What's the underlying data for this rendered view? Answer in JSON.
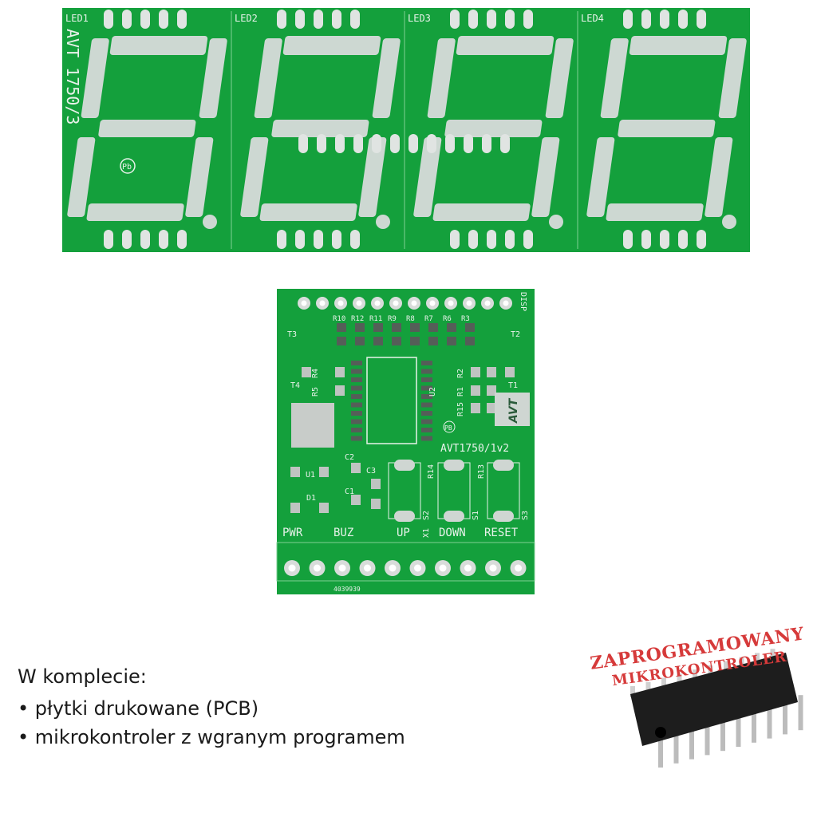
{
  "display_pcb": {
    "labels": [
      "LED1",
      "LED2",
      "LED3",
      "LED4"
    ],
    "code": "AVT 1750/3",
    "pb_mark": "Pb",
    "colors": {
      "board": "#14a03c",
      "segment": "#cdd8d2",
      "silk": "#e8f2ea"
    }
  },
  "control_pcb": {
    "disp_label": "DISP",
    "resistors_top": [
      "R10",
      "R12",
      "R11",
      "R9",
      "R8",
      "R7",
      "R6",
      "R3"
    ],
    "transistors": [
      "T3",
      "T2",
      "T4",
      "T1"
    ],
    "side_labels": {
      "r4": "R4",
      "r5": "R5",
      "r2": "R2",
      "r1": "R1",
      "r15": "R15",
      "u2": "U2",
      "u1": "U1",
      "d1": "D1",
      "c1": "C1",
      "c2": "C2",
      "c3": "C3",
      "r14": "R14",
      "r13": "R13",
      "s1": "S1",
      "s2": "S2",
      "s3": "S3",
      "x1": "X1"
    },
    "logo": "AVT",
    "pb_mark": "PB",
    "code": "AVT1750/1v2",
    "buttons": [
      "UP",
      "DOWN",
      "RESET"
    ],
    "pwr": "PWR",
    "buz": "BUZ",
    "serial": "4039939"
  },
  "kit": {
    "title": "W komplecie:",
    "items": [
      "• płytki drukowane (PCB)",
      "• mikrokontroler z wgranym programem"
    ]
  },
  "stamp": {
    "line1": "ZAPROGRAMOWANY",
    "line2": "MIKROKONTROLER"
  }
}
